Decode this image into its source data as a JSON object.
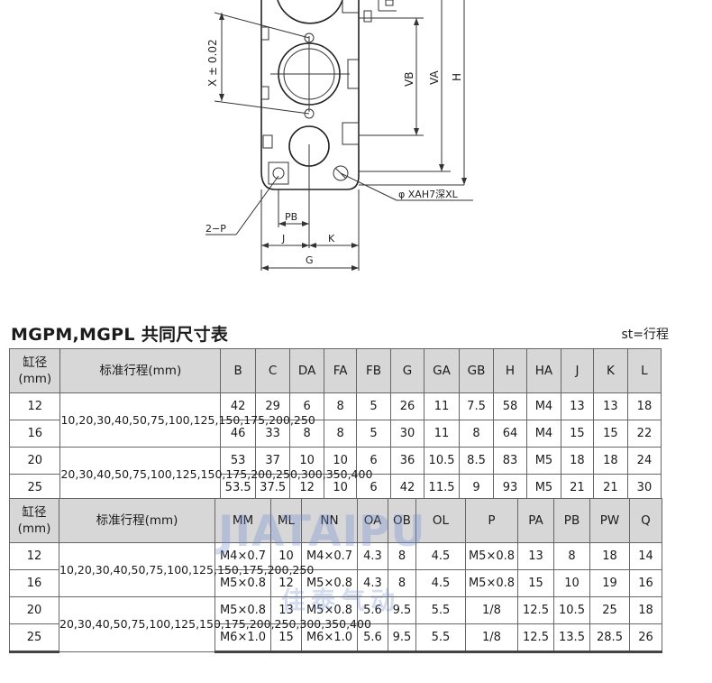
{
  "drawing": {
    "labels": {
      "x_tol": "X ± 0.02",
      "vb": "VB",
      "va": "VA",
      "h": "H",
      "hole": "φ XAH7深XL",
      "two_p": "2−P",
      "pb": "PB",
      "j": "J",
      "k": "K",
      "g": "G"
    }
  },
  "heading": {
    "title": "MGPM,MGPL 共同尺寸表",
    "note": "st=行程"
  },
  "table1": {
    "bore_header": "缸径(mm)",
    "stroke_header": "标准行程(mm)",
    "columns": [
      "B",
      "C",
      "DA",
      "FA",
      "FB",
      "G",
      "GA",
      "GB",
      "H",
      "HA",
      "J",
      "K",
      "L"
    ],
    "groups": [
      {
        "strokes": "10,20,30,40,50,75,100,125,150,175,200,250",
        "rows": [
          {
            "bore": "12",
            "values": [
              "42",
              "29",
              "6",
              "8",
              "5",
              "26",
              "11",
              "7.5",
              "58",
              "M4",
              "13",
              "13",
              "18"
            ]
          },
          {
            "bore": "16",
            "values": [
              "46",
              "33",
              "8",
              "8",
              "5",
              "30",
              "11",
              "8",
              "64",
              "M4",
              "15",
              "15",
              "22"
            ]
          }
        ]
      },
      {
        "strokes": "20,30,40,50,75,100,125,150,175,200,250,300,350,400",
        "rows": [
          {
            "bore": "20",
            "values": [
              "53",
              "37",
              "10",
              "10",
              "6",
              "36",
              "10.5",
              "8.5",
              "83",
              "M5",
              "18",
              "18",
              "24"
            ]
          },
          {
            "bore": "25",
            "values": [
              "53.5",
              "37.5",
              "12",
              "10",
              "6",
              "42",
              "11.5",
              "9",
              "93",
              "M5",
              "21",
              "21",
              "30"
            ]
          }
        ]
      }
    ]
  },
  "table2": {
    "bore_header": "缸径(mm)",
    "stroke_header": "标准行程(mm)",
    "columns": [
      "MM",
      "ML",
      "NN",
      "OA",
      "OB",
      "OL",
      "P",
      "PA",
      "PB",
      "PW",
      "Q"
    ],
    "groups": [
      {
        "strokes": "10,20,30,40,50,75,100,125,150,175,200,250",
        "rows": [
          {
            "bore": "12",
            "values": [
              "M4×0.7",
              "10",
              "M4×0.7",
              "4.3",
              "8",
              "4.5",
              "M5×0.8",
              "13",
              "8",
              "18",
              "14"
            ]
          },
          {
            "bore": "16",
            "values": [
              "M5×0.8",
              "12",
              "M5×0.8",
              "4.3",
              "8",
              "4.5",
              "M5×0.8",
              "15",
              "10",
              "19",
              "16"
            ]
          }
        ]
      },
      {
        "strokes": "20,30,40,50,75,100,125,150,175,200,250,300,350,400",
        "rows": [
          {
            "bore": "20",
            "values": [
              "M5×0.8",
              "13",
              "M5×0.8",
              "5.6",
              "9.5",
              "5.5",
              "1/8",
              "12.5",
              "10.5",
              "25",
              "18"
            ]
          },
          {
            "bore": "25",
            "values": [
              "M6×1.0",
              "15",
              "M6×1.0",
              "5.6",
              "9.5",
              "5.5",
              "1/8",
              "12.5",
              "13.5",
              "28.5",
              "26"
            ]
          }
        ]
      }
    ]
  },
  "watermark": {
    "latin": "JIATAIPU",
    "cn": "佳泰气动"
  }
}
